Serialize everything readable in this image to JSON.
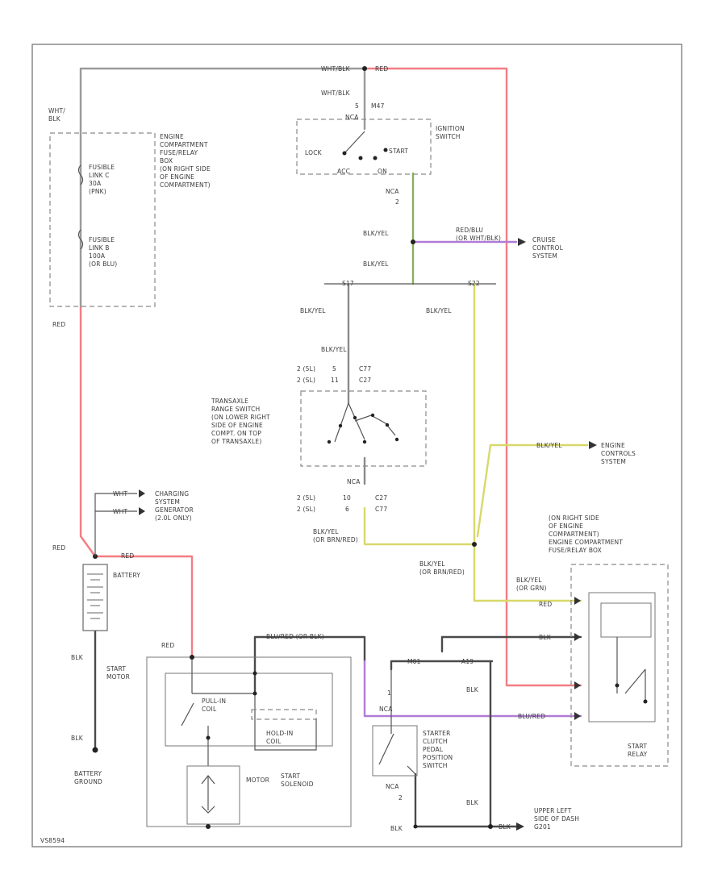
{
  "colors": {
    "wht_blk": "#9a9a9a",
    "red": "#f47c82",
    "blk": "#4a4a4a",
    "blk_yel": "#d8d86a",
    "red_blu": "#b07cd6",
    "grn": "#7dbb6a"
  },
  "labels": {
    "top_wht_blk": "WHT/BLK",
    "top_red": "RED",
    "ign_wire": "WHT/BLK",
    "ign_pin": "5",
    "ign_conn": "M47",
    "ign_nca": "NCA",
    "ign_title": "IGNITION\nSWITCH",
    "ign_lock": "LOCK",
    "ign_start": "START",
    "ign_acc": "ACC",
    "ign_on": "ON",
    "ign_out_nca": "NCA",
    "ign_out_pin": "2",
    "whtblk_left": "WHT/\nBLK",
    "fusebox_title": "ENGINE\nCOMPARTMENT\nFUSE/RELAY\nBOX\n(ON RIGHT SIDE\nOF ENGINE\nCOMPARTMENT)",
    "fuse_c": "FUSIBLE\nLINK C\n30A\n(PNK)",
    "fuse_b": "FUSIBLE\nLINK B\n100A\n(OR BLU)",
    "red_left": "RED",
    "blkyel_1": "BLK/YEL",
    "redblu_cc": "RED/BLU\n(OR WHT/BLK)",
    "cruise_title": "CRUISE\nCONTROL\nSYSTEM",
    "blkyel_2": "BLK/YEL",
    "splice_l": "S17",
    "splice_r": "S22",
    "blkyel_3": "BLK/YEL",
    "blkyel_4": "BLK/YEL",
    "blkyel_5": "BLK/YEL",
    "tr_pin_a": "2 (5L)",
    "tr_pin_a2": "2 (SL)",
    "tr_pin_b": "5",
    "tr_pin_c": "11",
    "tr_conn_a": "C77",
    "tr_conn_b": "C27",
    "tr_title": "TRANSAXLE\nRANGE SWITCH\n(ON LOWER RIGHT\nSIDE OF ENGINE\nCOMPT. ON TOP\nOF TRANSAXLE)",
    "tr_nca": "NCA",
    "tr_pin_d": "2 (5L)",
    "tr_pin_d2": "2 (SL)",
    "tr_pin_e": "10",
    "tr_pin_f": "6",
    "tr_conn_c": "C27",
    "tr_conn_d": "C77",
    "ecs_wire": "BLK/YEL",
    "ecs_title": "ENGINE\nCONTROLS\nSYSTEM",
    "blkyel_orbrn": "BLK/YEL\n(OR BRN/RED)",
    "blkyel_orbrn2": "BLK/YEL\n(OR BRN/RED)",
    "blkyel_orgrn": "BLK/YEL\n(OR GRN)",
    "red_relay": "RED",
    "relay_box_title": "(ON RIGHT SIDE\nOF ENGINE\nCOMPARTMENT)\nENGINE COMPARTMENT\nFUSE/RELAY BOX",
    "charging": "CHARGING\nSYSTEM\nGENERATOR\n(2.0L ONLY)",
    "wht_a": "WHT",
    "wht_b": "WHT",
    "red_batt": "RED",
    "red_batt2": "RED",
    "battery": "BATTERY",
    "blk_batt": "BLK",
    "blk_batt2": "BLK",
    "battery_ground": "BATTERY\nGROUND",
    "red_motor": "RED",
    "start_motor": "START\nMOTOR",
    "blurred": "BLU/RED (OR BLK)",
    "pullin": "PULL-IN\nCOIL",
    "holdin": "HOLD-IN\nCOIL",
    "motor": "MOTOR",
    "start_solenoid": "START\nSOLENOID",
    "blk_top": "BLK",
    "m01": "M01",
    "a19": "A19",
    "blk_clutch": "BLK",
    "clutch_pin1": "1",
    "clutch_nca": "NCA",
    "clutch_title": "STARTER\nCLUTCH\nPEDAL\nPOSITION\nSWITCH",
    "clutch_nca2": "NCA",
    "clutch_pin2": "2",
    "blk_bottom": "BLK",
    "blk_gnd": "BLK",
    "blk_gnd2": "BLK",
    "ground_loc": "UPPER LEFT\nSIDE OF DASH\nG201",
    "blured_relay": "BLU/RED",
    "start_relay": "START\nRELAY",
    "diagram_id": "VS8594"
  }
}
